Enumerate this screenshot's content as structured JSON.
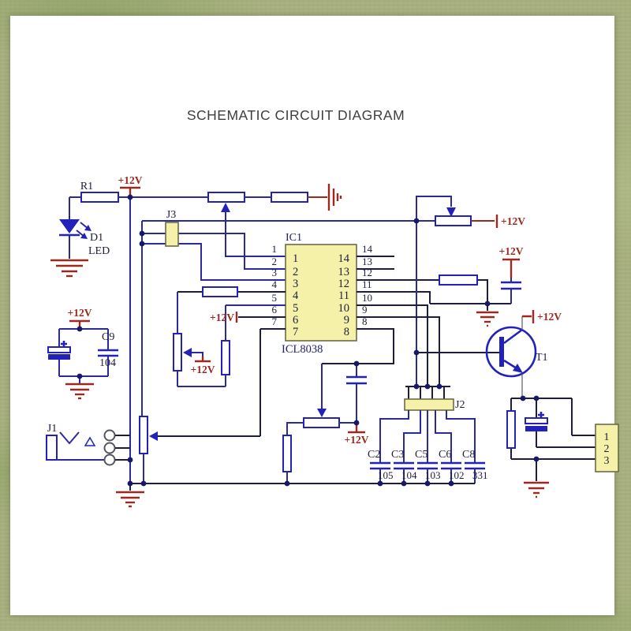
{
  "title": "SCHEMATIC CIRCUIT DIAGRAM",
  "labels": {
    "r1": "R1",
    "d1": "D1",
    "led": "LED",
    "j1": "J1",
    "j2": "J2",
    "j3": "J3",
    "ic1": "IC1",
    "ic_part": "ICL8038",
    "t1": "T1",
    "c9": "C9",
    "c9_value": "104",
    "vcc": "+12V"
  },
  "ic": {
    "left_pins": [
      "1",
      "2",
      "3",
      "4",
      "5",
      "6",
      "7"
    ],
    "right_pins": [
      "14",
      "13",
      "12",
      "11",
      "10",
      "9",
      "8"
    ]
  },
  "capacitor_bank": {
    "names": [
      "C2",
      "C3",
      "C5",
      "C6",
      "C8"
    ],
    "values": [
      "105",
      "104",
      "103",
      "102",
      "331"
    ]
  },
  "output_connector": {
    "pins": [
      "1",
      "2",
      "3"
    ]
  },
  "colors": {
    "wire": "#2a2a9a",
    "dark": "#1d1d3d",
    "comp": "#2222bb",
    "fill": "#f6f1a8",
    "boxstroke": "#6b6b48",
    "red": "#9c2820",
    "text": "#1d1d3d",
    "navy": "#202070",
    "dot": "#181868",
    "bg": "#a6ae80",
    "page": "#ffffff",
    "titlecol": "#3e3e3e"
  }
}
